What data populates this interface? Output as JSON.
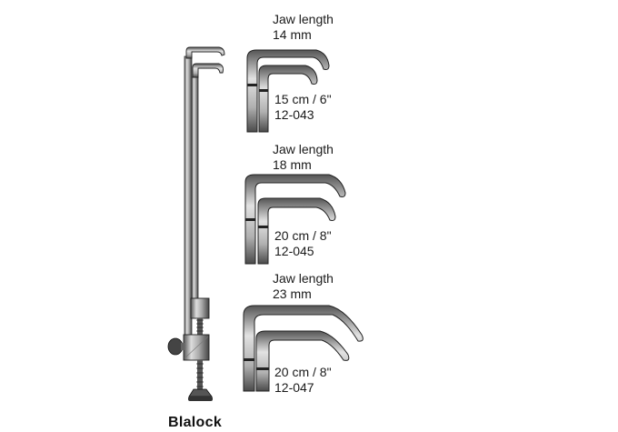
{
  "instrument": {
    "name": "Blalock",
    "type": "clamp illustration"
  },
  "variants": [
    {
      "jaw_label": "Jaw length",
      "jaw_length": "14 mm",
      "size": "15 cm / 6\"",
      "code": "12-043"
    },
    {
      "jaw_label": "Jaw length",
      "jaw_length": "18 mm",
      "size": "20 cm / 8\"",
      "code": "12-045"
    },
    {
      "jaw_label": "Jaw length",
      "jaw_length": "23 mm",
      "size": "20 cm / 8\"",
      "code": "12-047"
    }
  ],
  "colors": {
    "background": "#ffffff",
    "metal_light": "#d8d8d8",
    "metal_mid": "#9a9a9a",
    "metal_dark": "#3a3a3a",
    "text": "#1a1a1a"
  }
}
